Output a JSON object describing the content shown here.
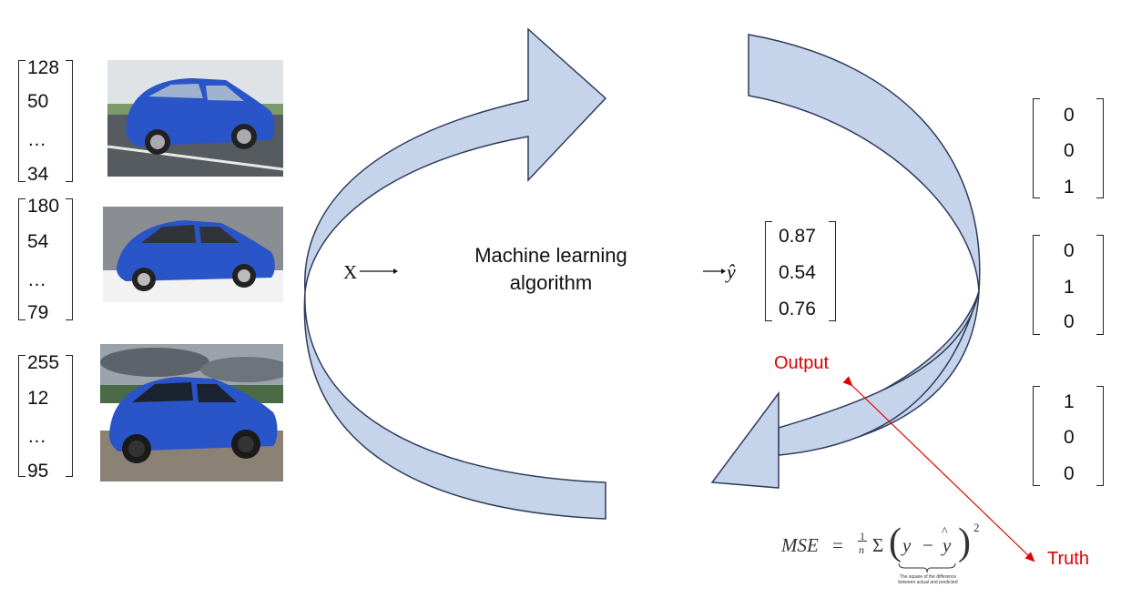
{
  "input_vectors": [
    {
      "values": [
        "128",
        "50",
        "…",
        "34"
      ]
    },
    {
      "values": [
        "180",
        "54",
        "…",
        "79"
      ]
    },
    {
      "values": [
        "255",
        "12",
        "…",
        "95"
      ]
    }
  ],
  "cars": [
    {
      "icon": "blue-hatchback-car-photo-1"
    },
    {
      "icon": "blue-hatchback-car-photo-2"
    },
    {
      "icon": "blue-hatchback-car-photo-3"
    }
  ],
  "x_label": "X",
  "algorithm_label": [
    "Machine learning",
    "algorithm"
  ],
  "yhat_label": "ŷ",
  "output_vector": [
    "0.87",
    "0.54",
    "0.76"
  ],
  "truth_vectors": [
    [
      "0",
      "0",
      "1"
    ],
    [
      "0",
      "1",
      "0"
    ],
    [
      "1",
      "0",
      "0"
    ]
  ],
  "output_label": "Output",
  "truth_label": "Truth",
  "mse": {
    "lhs": "MSE",
    "eq": "=",
    "frac_num": "1",
    "frac_den": "n",
    "sigma": "Σ",
    "y": "y",
    "minus": "−",
    "yhat": "y",
    "power": "2",
    "note": "The square of the difference between actual and predicted"
  },
  "colors": {
    "arrow_fill": "#c5d4ea",
    "arrow_stroke": "#2f3b5c",
    "red": "#e00000",
    "car_blue": "#2a55c8"
  }
}
